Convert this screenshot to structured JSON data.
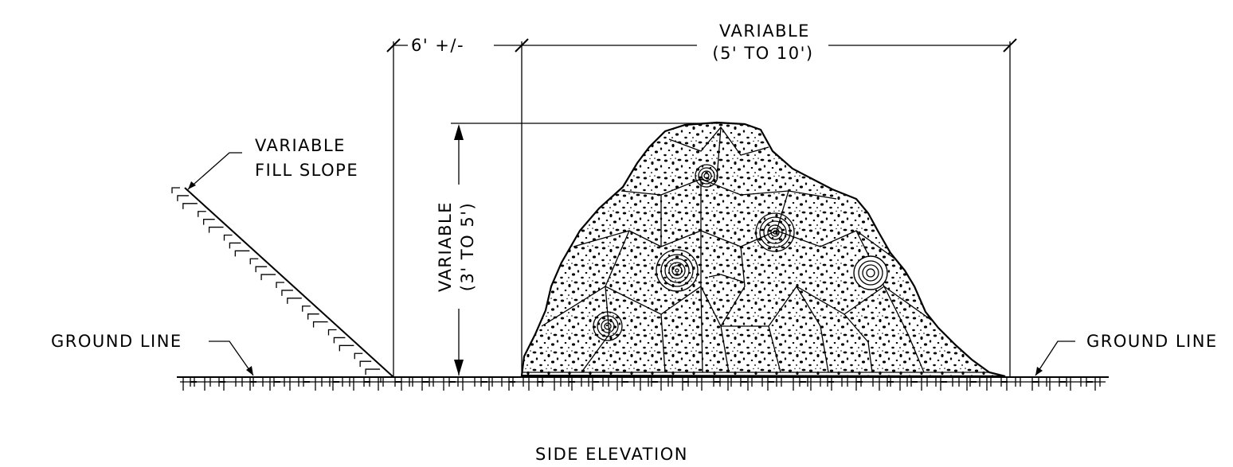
{
  "labels": {
    "width_dim_line1": "VARIABLE",
    "width_dim_line2": "(5' TO 10')",
    "offset_dim": "6' +/-",
    "height_dim_line1": "VARIABLE",
    "height_dim_line2": "(3' TO 5')",
    "slope_line1": "VARIABLE",
    "slope_line2": "FILL SLOPE",
    "ground_left": "GROUND LINE",
    "ground_right": "GROUND LINE",
    "title": "SIDE ELEVATION"
  }
}
